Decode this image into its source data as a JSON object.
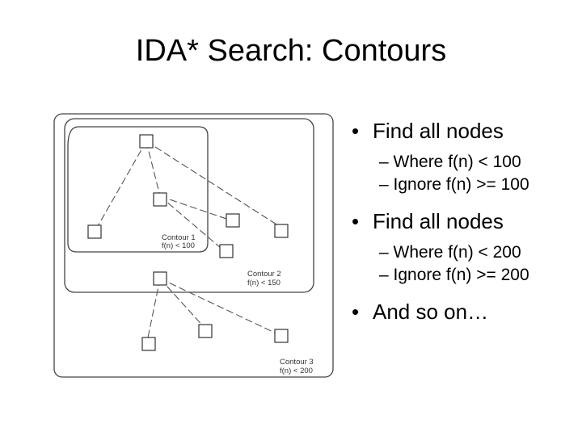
{
  "slide": {
    "title": "IDA* Search: Contours"
  },
  "diagram": {
    "contours": [
      {
        "name": "Contour 1",
        "condition": "f(n) < 100"
      },
      {
        "name": "Contour 2",
        "condition": "f(n) < 150"
      },
      {
        "name": "Contour 3",
        "condition": "f(n) < 200"
      }
    ]
  },
  "bullets": [
    {
      "text": "Find all nodes",
      "subs": [
        "– Where f(n) < 100",
        "– Ignore f(n) >= 100"
      ]
    },
    {
      "text": "Find all nodes",
      "subs": [
        "– Where f(n) < 200",
        "– Ignore f(n) >= 200"
      ]
    },
    {
      "text": "And so on…",
      "subs": []
    }
  ],
  "bullet_glyph": "•"
}
